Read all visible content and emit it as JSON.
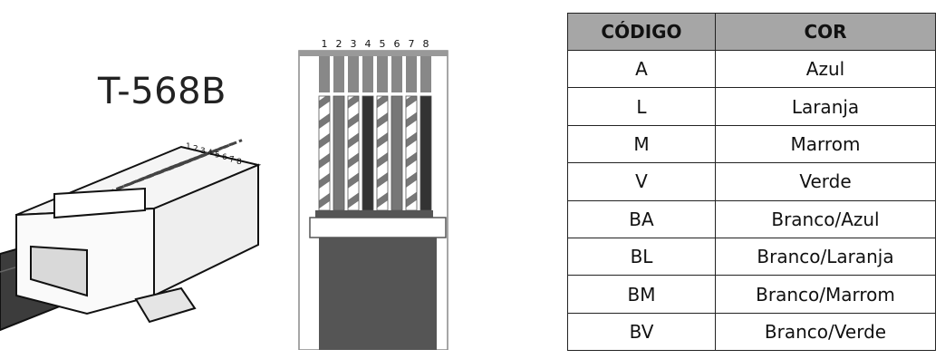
{
  "diagram": {
    "standard": "T-568B",
    "connector_pin_numbers": [
      "1",
      "2",
      "3",
      "4",
      "5",
      "6",
      "7",
      "8"
    ],
    "pinout_numbers": [
      "1",
      "2",
      "3",
      "4",
      "5",
      "6",
      "7",
      "8"
    ],
    "pin_pattern": [
      "light",
      "solid",
      "light",
      "solid",
      "light",
      "solid",
      "light",
      "solid"
    ]
  },
  "table": {
    "headers": [
      "CÓDIGO",
      "COR"
    ],
    "header_color": "#a6a6a6",
    "rows": [
      {
        "code": "A",
        "color": "Azul"
      },
      {
        "code": "L",
        "color": "Laranja"
      },
      {
        "code": "M",
        "color": "Marrom"
      },
      {
        "code": "V",
        "color": "Verde"
      },
      {
        "code": "BA",
        "color": "Branco/Azul"
      },
      {
        "code": "BL",
        "color": "Branco/Laranja"
      },
      {
        "code": "BM",
        "color": "Branco/Marrom"
      },
      {
        "code": "BV",
        "color": "Branco/Verde"
      }
    ]
  }
}
